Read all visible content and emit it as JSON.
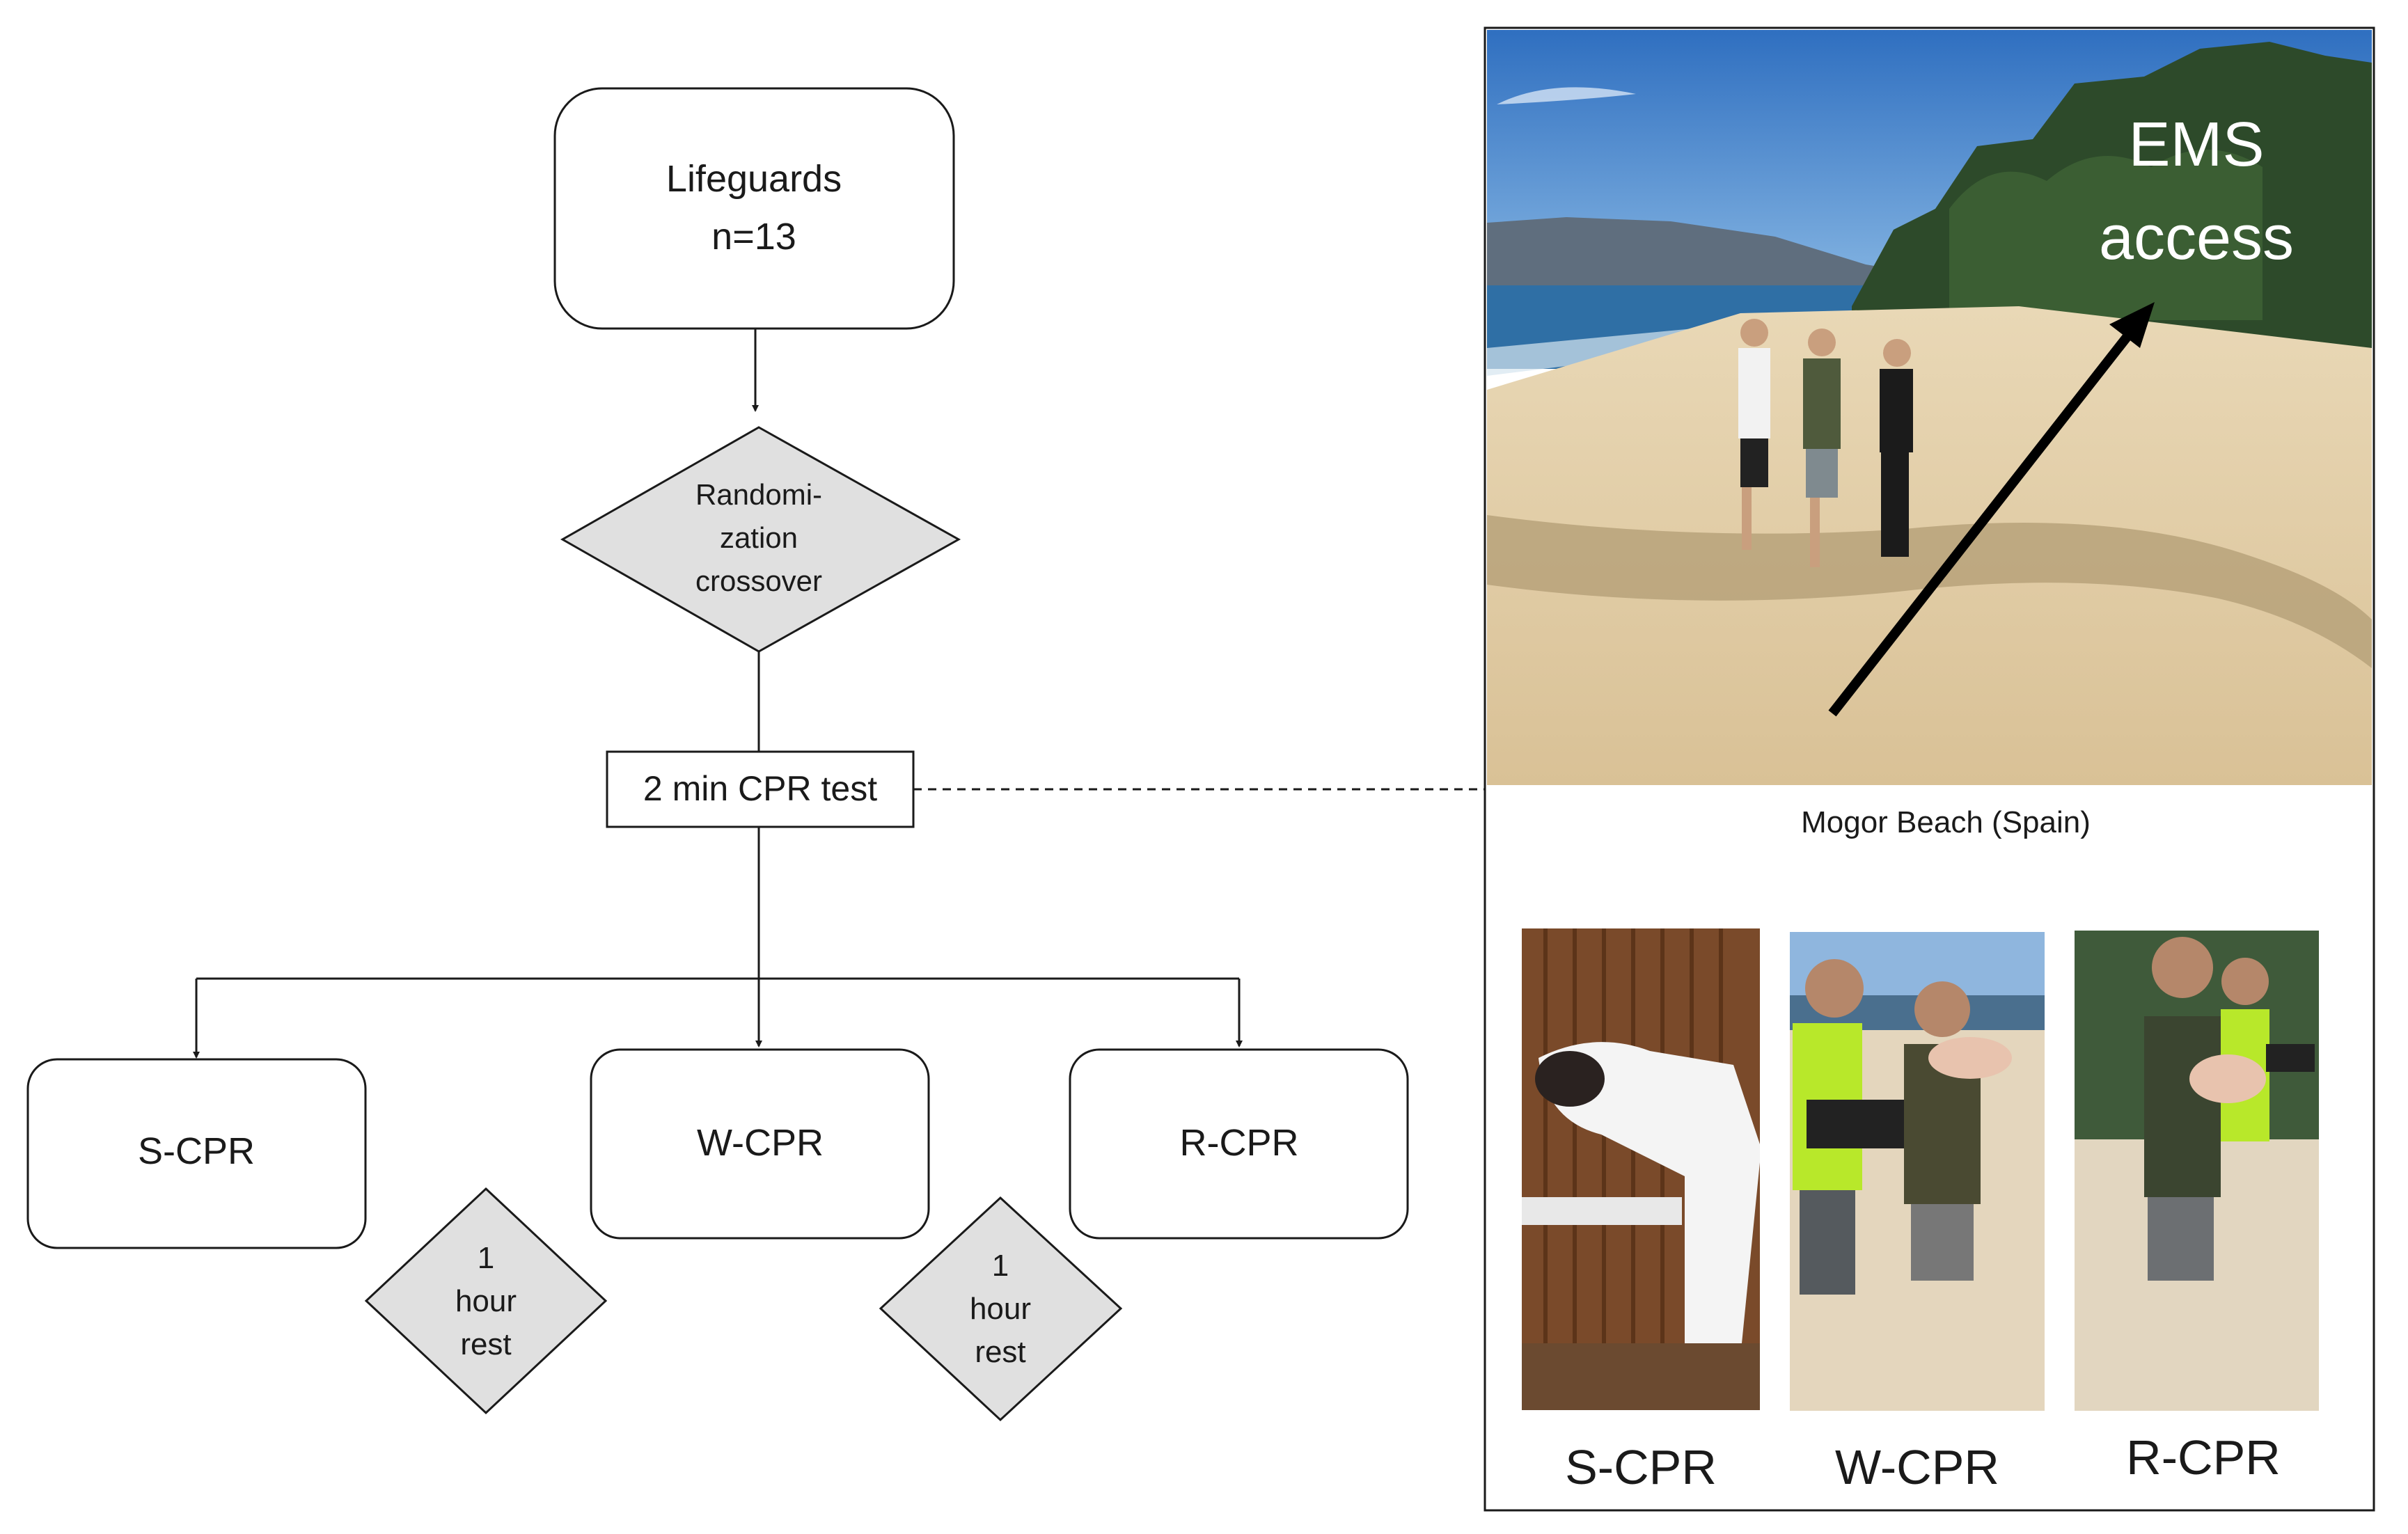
{
  "flowchart": {
    "start": {
      "line1": "Lifeguards",
      "line2": "n=13"
    },
    "randomization": {
      "line1": "Randomi-",
      "line2": "zation",
      "line3": "crossover"
    },
    "test": {
      "label": "2 min CPR test"
    },
    "branches": [
      {
        "label": "S-CPR"
      },
      {
        "label": "W-CPR"
      },
      {
        "label": "R-CPR"
      }
    ],
    "rests": [
      {
        "line1": "1",
        "line2": "hour",
        "line3": "rest"
      },
      {
        "line1": "1",
        "line2": "hour",
        "line3": "rest"
      }
    ]
  },
  "photo_panel": {
    "beach_overlay_line1": "EMS",
    "beach_overlay_line2": "access",
    "caption": "Mogor Beach (Spain)",
    "photo_labels": [
      "S-CPR",
      "W-CPR",
      "R-CPR"
    ]
  },
  "colors": {
    "diamond_fill": "#e0e0e0",
    "stroke": "#1a1a1a",
    "sky": "#3d7fc8",
    "sand": "#e6d2ae"
  }
}
